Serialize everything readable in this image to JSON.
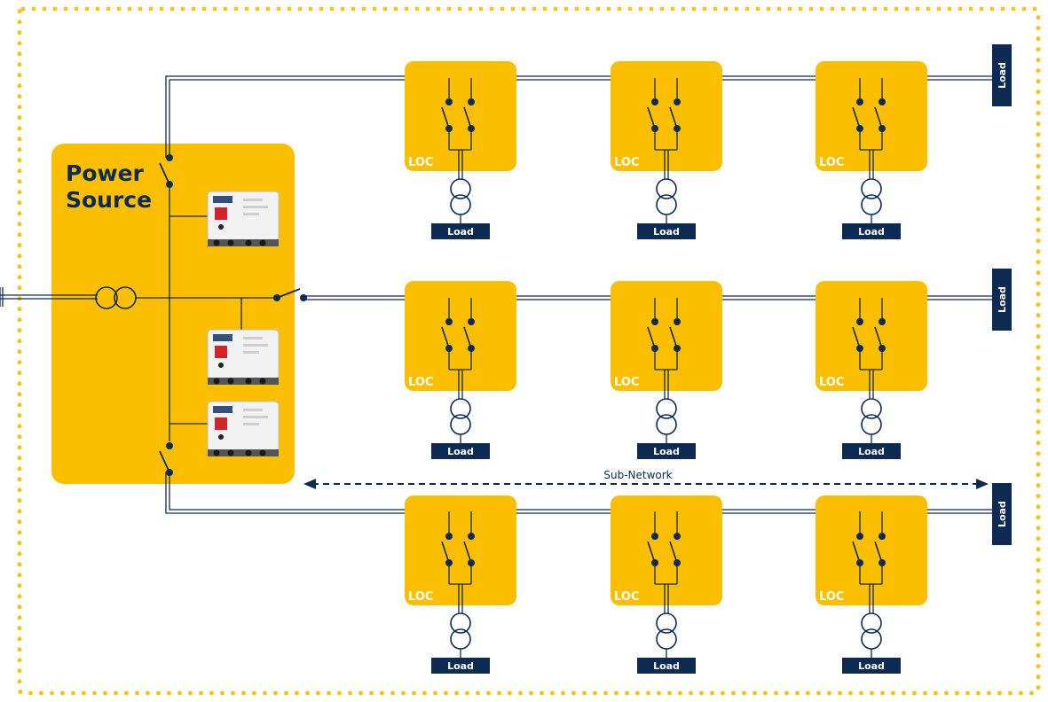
{
  "power_source": {
    "label_line1": "Power",
    "label_line2": "Source"
  },
  "loc_label": "LOC",
  "load_label": "Load",
  "subnetwork_label": "Sub-Network",
  "rows": [
    {
      "id": "top",
      "locs": [
        "LOC",
        "LOC",
        "LOC"
      ],
      "loads": [
        "Load",
        "Load",
        "Load"
      ],
      "end_load": "Load"
    },
    {
      "id": "middle",
      "locs": [
        "LOC",
        "LOC",
        "LOC"
      ],
      "loads": [
        "Load",
        "Load",
        "Load"
      ],
      "end_load": "Load"
    },
    {
      "id": "bottom",
      "locs": [
        "LOC",
        "LOC",
        "LOC"
      ],
      "loads": [
        "Load",
        "Load",
        "Load"
      ],
      "end_load": "Load"
    }
  ],
  "colors": {
    "accent_yellow": "#fbbf00",
    "navy": "#0d2a52",
    "border_dots": "#f5c518",
    "device_white": "#f2f2f2",
    "device_red": "#d3232a"
  }
}
